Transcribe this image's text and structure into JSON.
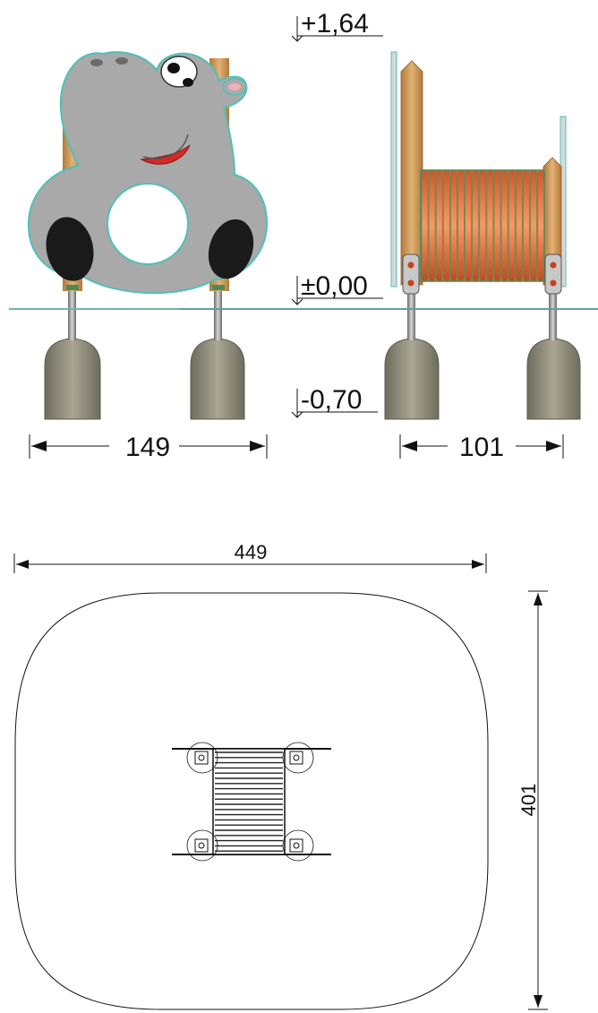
{
  "levels": {
    "top": "+1,64",
    "ground": "±0,00",
    "foundation": "-0,70"
  },
  "dimensions": {
    "width_front": "149",
    "width_side": "101",
    "area_width": "449",
    "area_depth": "401"
  },
  "colors": {
    "hippo_body": "#a9a9a9",
    "hippo_outline": "#4fc0b8",
    "ear_inner": "#f0b0b8",
    "wood": "#d4a25e",
    "wood_dark": "#a9743a",
    "barrel_orange": "#e0703c",
    "barrel_rib": "#f08a54",
    "concrete": "#8c8a78",
    "steel": "#9a9a9a",
    "ground_line": "#6a9c9a",
    "accent_green": "#4a8a5a",
    "mouth_red": "#d82828",
    "ink": "#111111"
  }
}
